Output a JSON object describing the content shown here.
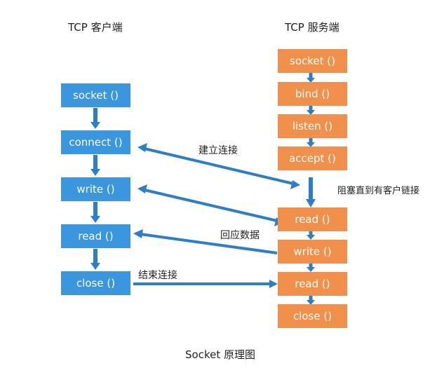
{
  "headers": {
    "client": "TCP 客户端",
    "server": "TCP 服务端"
  },
  "client_steps": [
    "socket ()",
    "connect ()",
    "write ()",
    "read ()",
    "close ()"
  ],
  "server_steps": [
    "socket ()",
    "bind ()",
    "listen ()",
    "accept ()",
    "read ()",
    "write ()",
    "read ()",
    "close ()"
  ],
  "labels": {
    "connect": "建立连接",
    "block": "阻塞直到有客户链接",
    "reply": "回应数据",
    "finish": "结束连接"
  },
  "caption": "Socket 原理图",
  "colors": {
    "client_box": "#3a96dd",
    "server_box": "#f0904a",
    "arrow": "#2b7fca"
  }
}
